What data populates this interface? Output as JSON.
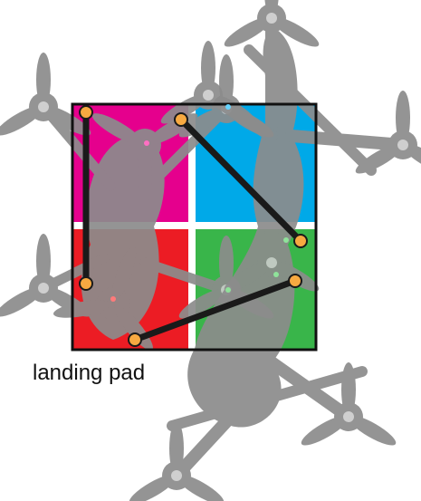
{
  "diagram": {
    "caption": "landing pad",
    "pad_colors": {
      "top_left": "#e5008d",
      "top_right": "#00a9e8",
      "bottom_left": "#ec1c24",
      "bottom_right": "#39b54a",
      "divider": "#ffffff",
      "border": "#111111"
    },
    "drone_color": "#8c8c8c",
    "connector_color": "#1a1a1a",
    "marker_color": "#f7a941",
    "drone_count": 2,
    "connection_count": 3
  }
}
